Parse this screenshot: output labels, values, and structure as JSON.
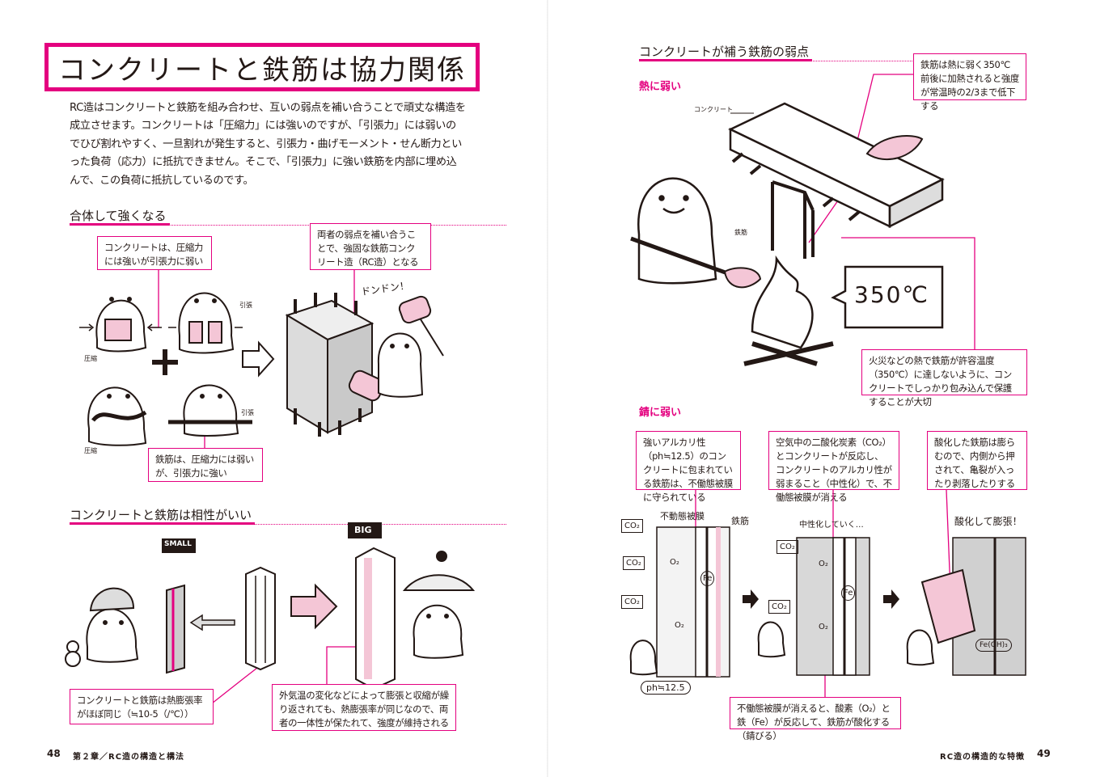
{
  "left_page": {
    "title": "コンクリートと鉄筋は協力関係",
    "intro": "RC造はコンクリートと鉄筋を組み合わせ、互いの弱点を補い合うことで頑丈な構造を成立させます。コンクリートは「圧縮力」には強いのですが、「引張力」には弱いのでひび割れやすく、一旦割れが発生すると、引張力・曲げモーメント・せん断力といった負荷（応力）に抵抗できません。そこで、「引張力」に強い鉄筋を内部に埋め込んで、この負荷に抵抗しているのです。",
    "section1": {
      "heading": "合体して強くなる",
      "callout_concrete": "コンクリートは、圧縮力には強いが引張力に弱い",
      "callout_combined": "両者の弱点を補い合うことで、強固な鉄筋コンクリート造（RC造）となる",
      "callout_rebar": "鉄筋は、圧縮力には弱いが、引張力に強い",
      "label_compression_1": "圧縮",
      "label_tension_1": "引張",
      "label_compression_2": "圧縮",
      "label_tension_2": "引張",
      "sfx": "ドンドン！"
    },
    "section2": {
      "heading": "コンクリートと鉄筋は相性がいい",
      "sign_small": "SMALL",
      "sign_big": "BIG",
      "callout_expansion": "コンクリートと鉄筋は熱膨張率がほぼ同じ（≒10-5（/℃））",
      "callout_cycle": "外気温の変化などによって膨張と収縮が繰り返されても、熱膨張率が同じなので、両者の一体性が保たれて、強度が維持される"
    },
    "folio": "48",
    "running_head": "第２章／RC造の構造と構法"
  },
  "right_page": {
    "heading": "コンクリートが補う鉄筋の弱点",
    "heat": {
      "subheading": "熱に弱い",
      "label_concrete": "コンクリート",
      "label_rebar": "鉄筋",
      "callout_heat": "鉄筋は熱に弱く350℃前後に加熱されると強度が常温時の2/3まで低下する",
      "temperature": "350℃",
      "callout_fire": "火災などの熱で鉄筋が許容温度（350℃）に達しないように、コンクリートでしっかり包み込んで保護することが大切"
    },
    "rust": {
      "subheading": "錆に弱い",
      "callout_alkali": "強いアルカリ性（ph≒12.5）のコンクリートに包まれている鉄筋は、不働態被膜に守られている",
      "callout_co2": "空気中の二酸化炭素（CO₂）とコンクリートが反応し、コンクリートのアルカリ性が弱まること（中性化）で、不働態被膜が消える",
      "callout_expand": "酸化した鉄筋は膨らむので、内側から押されて、亀裂が入ったり剥落したりする",
      "callout_oxidize": "不働態被膜が消えると、酸素（O₂）と鉄（Fe）が反応して、鉄筋が酸化する（錆びる）",
      "hand_film": "不動態被膜",
      "hand_rebar": "鉄筋",
      "hand_neutral": "中性化していく…",
      "hand_expand": "酸化して膨張！",
      "hand_ph": "ph≒12.5",
      "co2": "CO₂",
      "o2": "O₂",
      "fe": "Fe",
      "feoh": "Fe(OH)₃"
    },
    "folio": "49",
    "running_head": "RC造の構造的な特徴"
  },
  "colors": {
    "accent": "#e4007f",
    "pink_fill": "#f4c6d6",
    "ink": "#231815"
  }
}
